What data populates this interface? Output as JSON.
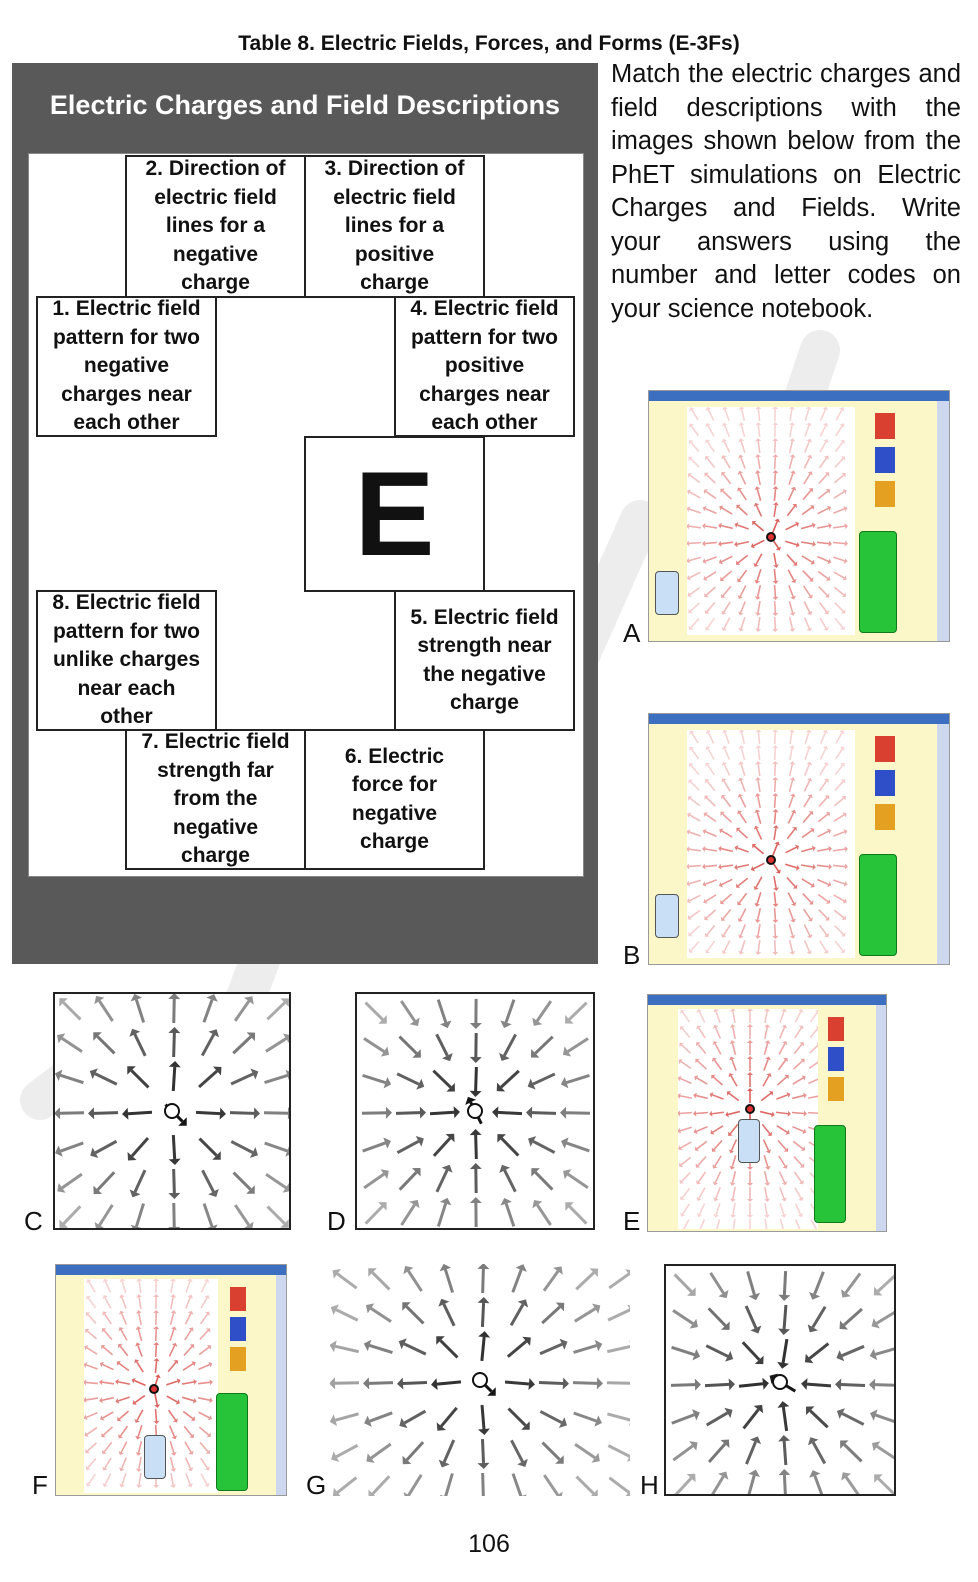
{
  "table_title": "Table 8.  Electric Fields, Forces, and Forms (E-3Fs)",
  "panel_title": "Electric Charges and Field Descriptions",
  "center_letter": "E",
  "cells": {
    "c1": [
      "1. Electric field",
      "pattern for two",
      "negative",
      "charges near",
      "each other"
    ],
    "c2": [
      "2. Direction of",
      "electric field",
      "lines for a",
      "negative",
      "charge"
    ],
    "c3": [
      "3. Direction of",
      "electric field",
      "lines for a",
      "positive",
      "charge"
    ],
    "c4": [
      "4. Electric field",
      "pattern for two",
      "positive",
      "charges near",
      "each other"
    ],
    "c5": [
      "5. Electric field",
      "strength near",
      "the negative",
      "charge"
    ],
    "c6": [
      "6. Electric",
      "force for",
      "negative",
      "charge"
    ],
    "c7": [
      "7.  Electric field",
      "strength far",
      "from the",
      "negative",
      "charge"
    ],
    "c8": [
      "8.  Electric field",
      "pattern for two",
      "unlike charges",
      "near each",
      "other"
    ]
  },
  "instructions": "Match the electric charges and field descriptions with the images shown below from the PhET simulations on Electric Charges and Fields. Write your answers using the number and letter codes on your science notebook.",
  "labels": {
    "A": "A",
    "B": "B",
    "C": "C",
    "D": "D",
    "E": "E",
    "F": "F",
    "G": "G",
    "H": "H"
  },
  "page_number": "106",
  "colors": {
    "panel": "#595959",
    "arrow_red": "#d9534f",
    "arrow_black": "#111111",
    "green_panel": "#27c43a"
  }
}
